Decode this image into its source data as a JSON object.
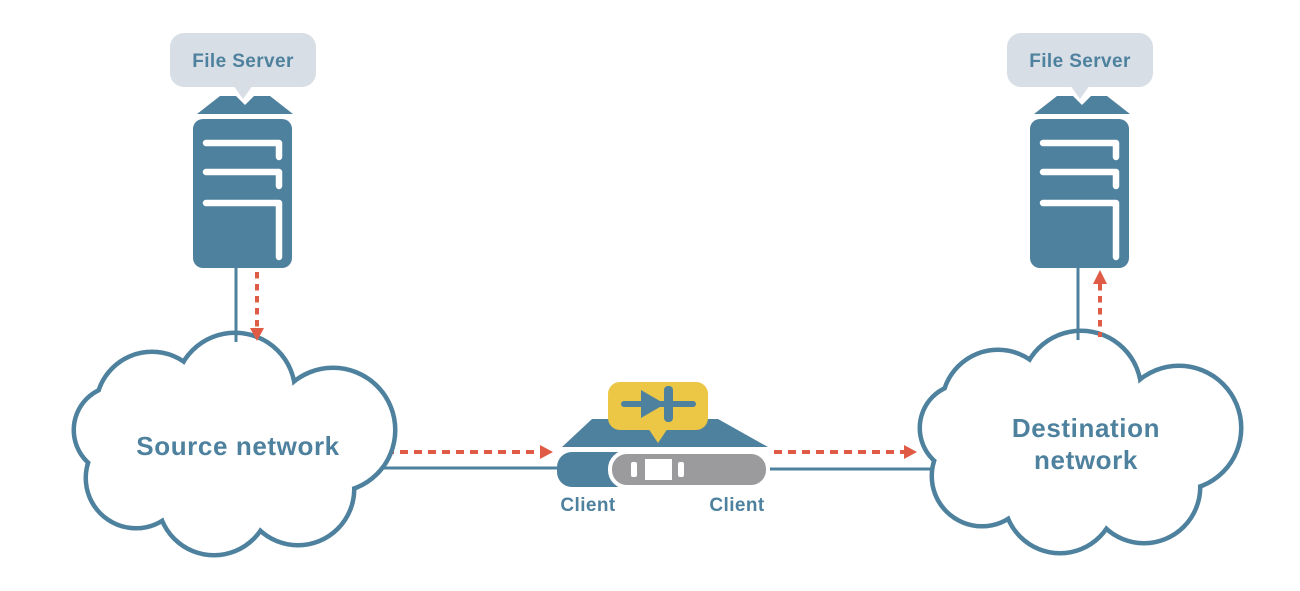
{
  "colors": {
    "teal": "#4e819e",
    "flow_red": "#df5b45",
    "diode_yellow": "#ecc645",
    "callout_gray": "#d8dee6",
    "device_gray": "#9b9a9d",
    "background": "#ffffff"
  },
  "left": {
    "server_label": "File Server",
    "network_label": "Source network"
  },
  "right": {
    "server_label": "File Server",
    "network_label_lines": [
      "Destination",
      "network"
    ]
  },
  "center": {
    "device_left_label": "Client",
    "device_right_label": "Client",
    "badge_icon": "data-diode-icon"
  }
}
